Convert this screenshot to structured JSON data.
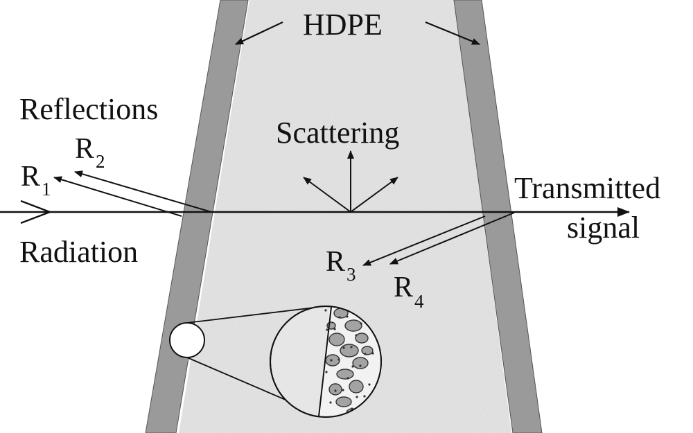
{
  "labels": {
    "material": "HDPE",
    "reflections": "Reflections",
    "scattering": "Scattering",
    "radiation": "Radiation",
    "transmitted_line1": "Transmitted",
    "transmitted_line2": "signal",
    "r_letter": "R",
    "r1_sub": "1",
    "r2_sub": "2",
    "r3_sub": "3",
    "r4_sub": "4"
  },
  "colors": {
    "wall": "#9a9a9a",
    "fill": "#e3e3e3",
    "stroke": "#111111",
    "particle": "#a3a3a3"
  }
}
